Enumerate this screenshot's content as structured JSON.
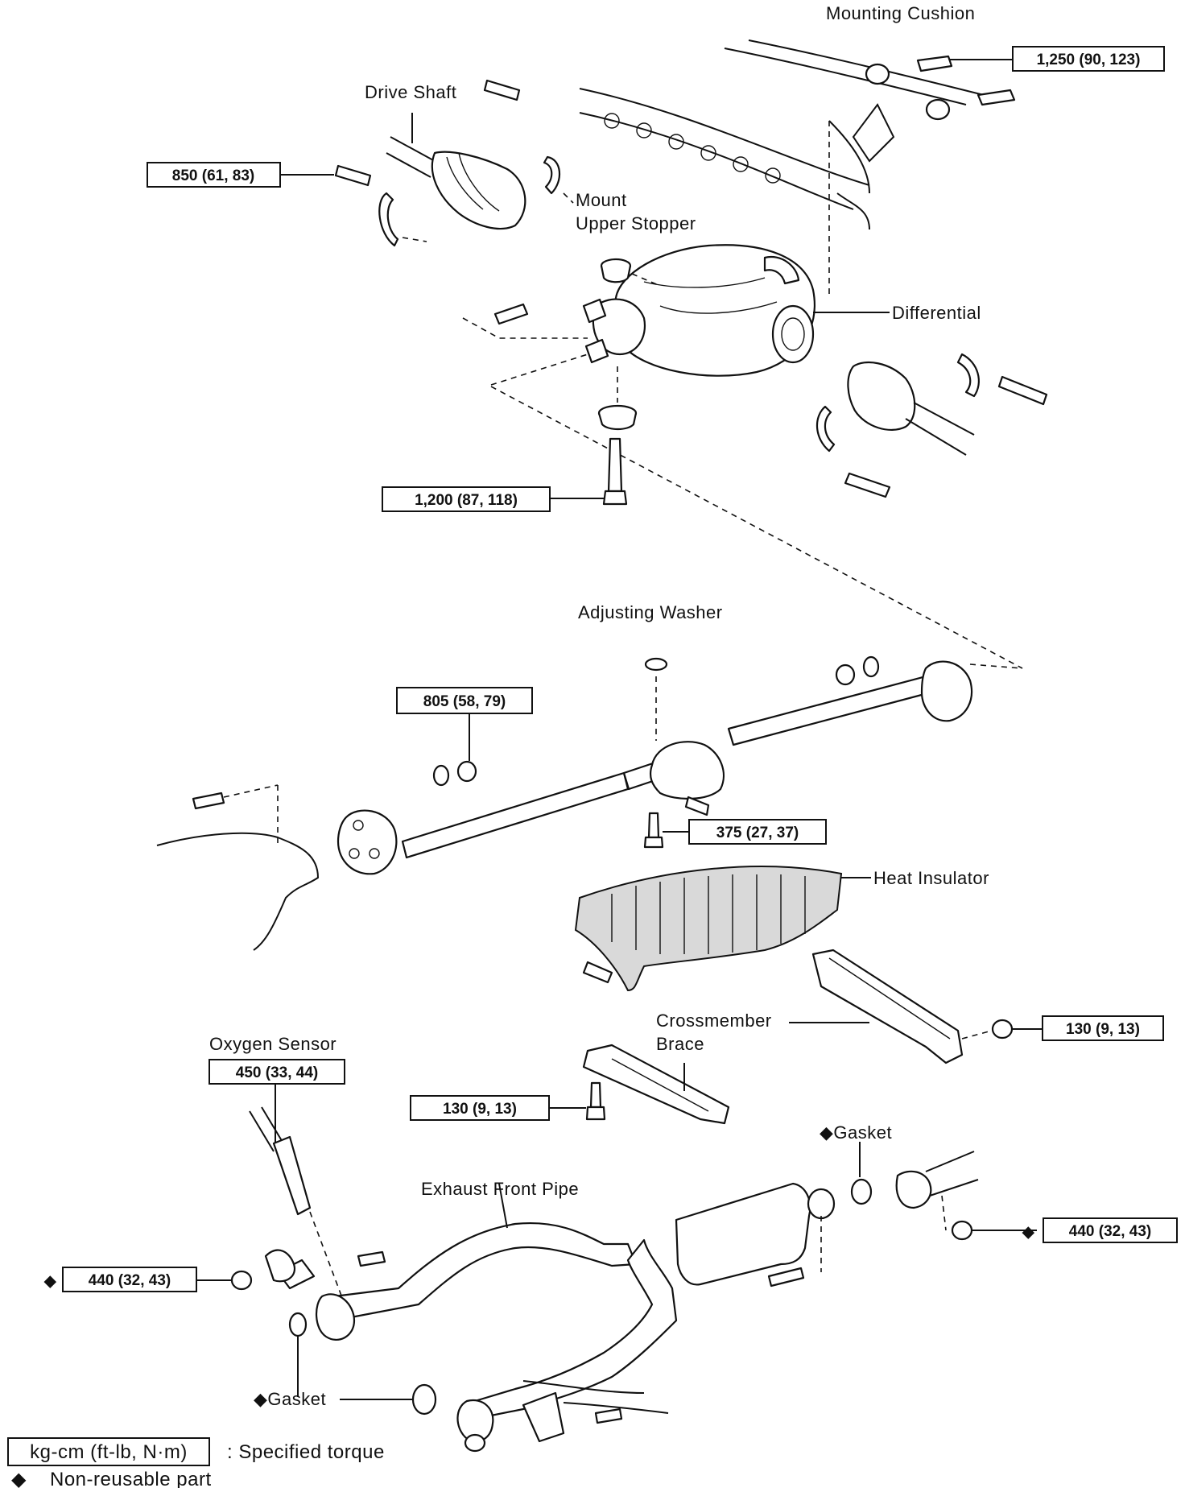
{
  "labels": {
    "mounting_cushion": "Mounting Cushion",
    "drive_shaft": "Drive Shaft",
    "mount_upper_stopper_1": "Mount",
    "mount_upper_stopper_2": "Upper Stopper",
    "differential": "Differential",
    "adjusting_washer": "Adjusting Washer",
    "heat_insulator": "Heat Insulator",
    "crossmember_brace_1": "Crossmember",
    "crossmember_brace_2": "Brace",
    "oxygen_sensor": "Oxygen Sensor",
    "exhaust_front_pipe": "Exhaust Front Pipe",
    "gasket_upper": "◆Gasket",
    "gasket_lower": "◆Gasket"
  },
  "torques": {
    "mounting_cushion_bolt": "1,250 (90, 123)",
    "drive_shaft_bolt": "850 (61, 83)",
    "differential_stud": "1,200 (87, 118)",
    "propeller_flange_nut": "805 (58, 79)",
    "center_bearing_bolt": "375 (27, 37)",
    "brace_right": "130 (9, 13)",
    "brace_left": "130 (9, 13)",
    "oxygen_sensor": "450 (33, 44)",
    "front_pipe_nut": "440 (32, 43)",
    "tail_pipe_nut": "440 (32, 43)"
  },
  "diamond": "◆",
  "legend": {
    "unit_box": "kg-cm (ft-lb, N·m)",
    "unit_desc": ":  Specified torque",
    "diamond_symbol": "◆",
    "diamond_desc": "Non-reusable part"
  }
}
